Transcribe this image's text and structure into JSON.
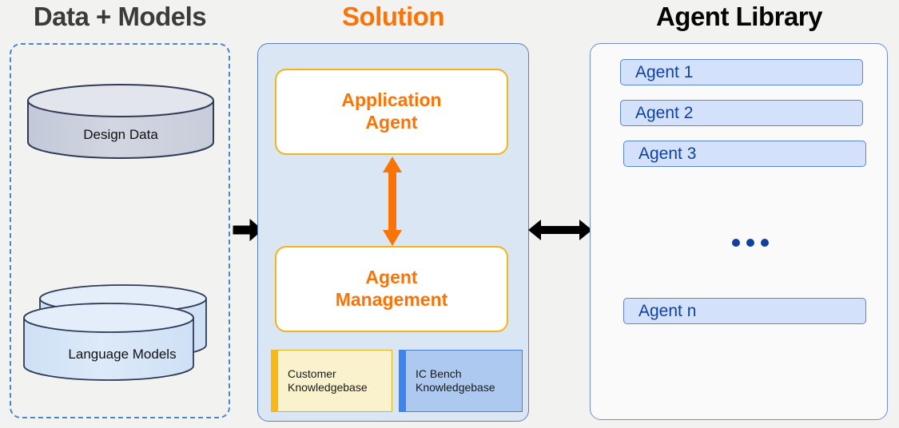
{
  "columns": {
    "data_models": {
      "title": "Data + Models",
      "title_color": "#3b3b3b",
      "sources": [
        {
          "label": "Design  Data",
          "icon": "cylinder-icon",
          "fill": "#ccd0dd"
        },
        {
          "label": "Language Models",
          "icon": "stacked-cylinder-icon",
          "fill": "#d6e6f8"
        }
      ]
    },
    "solution": {
      "title": "Solution",
      "title_color": "#f97306",
      "panel_fill": "#dbe6f5",
      "cards": [
        {
          "label": "Application\nAgent",
          "line1": "Application",
          "line2": "Agent",
          "accent": "#f2b417"
        },
        {
          "label": "Agent\nManagement",
          "line1": "Agent",
          "line2": "Management",
          "accent": "#f2b417"
        }
      ],
      "knowledgebases": [
        {
          "line1": "Customer",
          "line2": "Knowledgebase",
          "accent": "#f8b914",
          "fill": "#faf1cd"
        },
        {
          "line1": "IC Bench",
          "line2": "Knowledgebase",
          "accent": "#3d85eb",
          "fill": "#adc9f0"
        }
      ],
      "link_arrow": {
        "icon": "double-arrow-vertical-icon",
        "color": "#f97306"
      }
    },
    "agent_library": {
      "title": "Agent Library",
      "title_color": "#050505",
      "panel_fill": "#fafafa",
      "agents": [
        {
          "label": "Agent 1"
        },
        {
          "label": "Agent 2"
        },
        {
          "label": "Agent 3"
        },
        {
          "label": "Agent n"
        }
      ],
      "ellipsis": "•••",
      "accent": "#11419e"
    }
  },
  "connectors": [
    {
      "name": "data-to-solution",
      "icon": "arrow-right-icon",
      "color": "#000000"
    },
    {
      "name": "solution-to-library",
      "icon": "double-arrow-horizontal-icon",
      "color": "#000000"
    }
  ]
}
